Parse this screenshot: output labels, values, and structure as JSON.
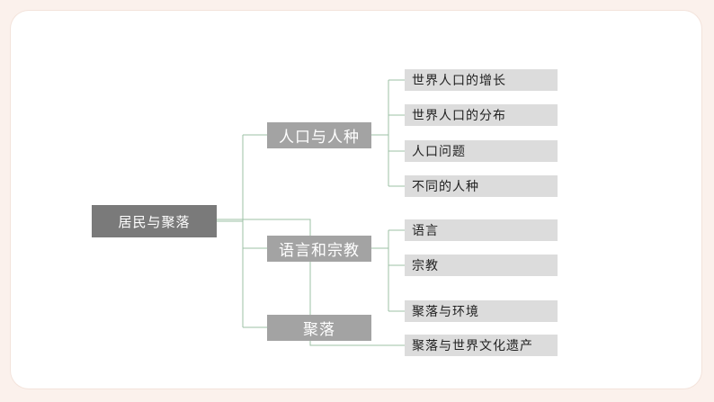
{
  "colors": {
    "page_background": "#fbf1ec",
    "card_background": "#ffffff",
    "root_fill": "#7a7a7a",
    "branch_fill": "#a3a3a3",
    "leaf_fill": "#dcdcdc",
    "connector": "#9cc0a6"
  },
  "mindmap": {
    "root": {
      "label": "居民与聚落"
    },
    "branches": [
      {
        "label": "人口与人种",
        "children": [
          "世界人口的增长",
          "世界人口的分布",
          "人口问题",
          "不同的人种"
        ]
      },
      {
        "label": "语言和宗教",
        "children": [
          "语言",
          "宗教"
        ]
      },
      {
        "label": "聚落",
        "children": [
          "聚落与环境",
          "聚落与世界文化遗产"
        ]
      }
    ]
  }
}
